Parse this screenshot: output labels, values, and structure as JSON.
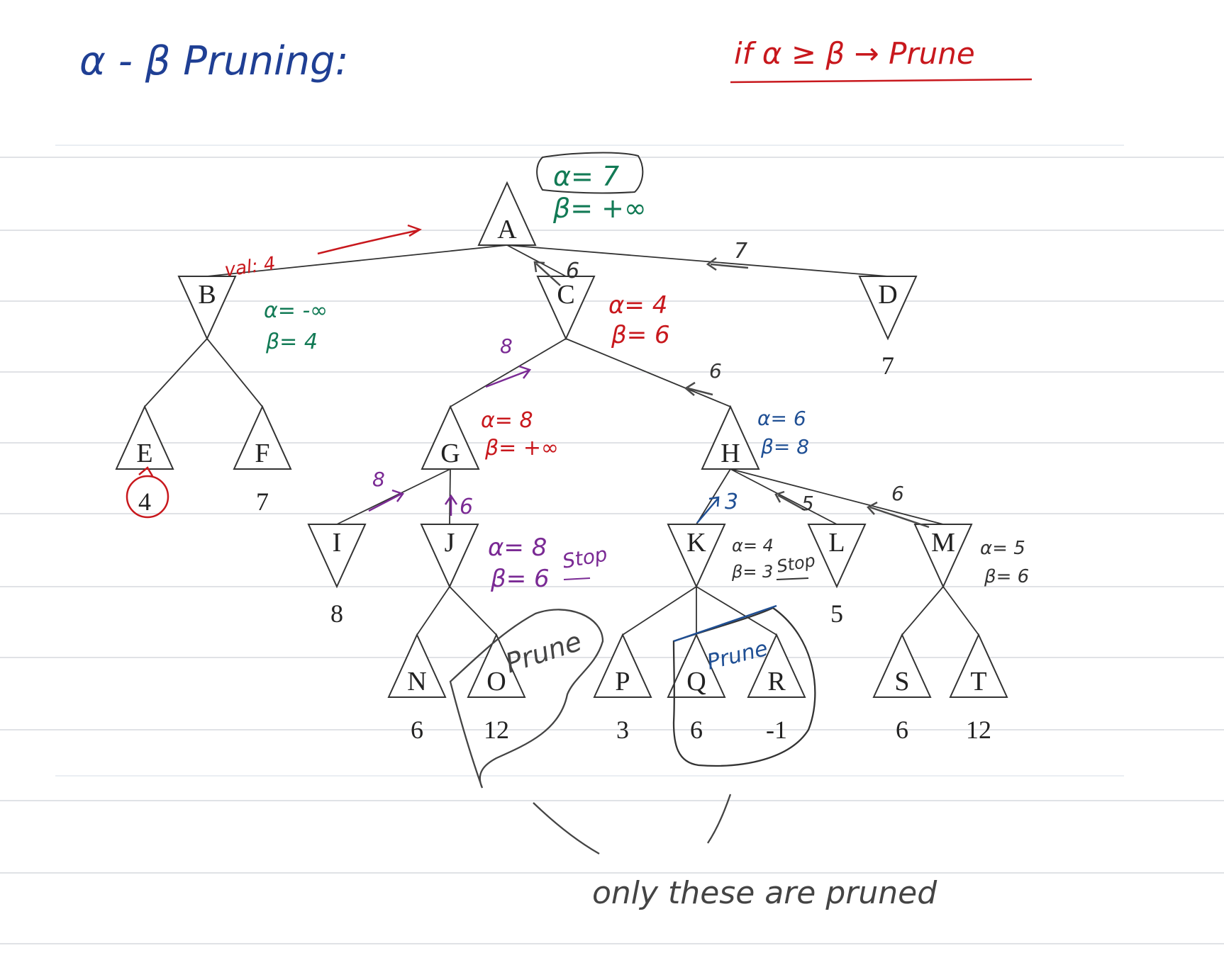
{
  "title": {
    "text": "α - β Pruning:",
    "color": "#1f3f94"
  },
  "rule": {
    "text": "if α ≥ β → Prune",
    "color": "#c8181d"
  },
  "nodes": [
    {
      "id": "A",
      "type": "max"
    },
    {
      "id": "B",
      "type": "min"
    },
    {
      "id": "C",
      "type": "min"
    },
    {
      "id": "D",
      "type": "min",
      "value": "7"
    },
    {
      "id": "E",
      "type": "max",
      "value": "4"
    },
    {
      "id": "F",
      "type": "max",
      "value": "7"
    },
    {
      "id": "G",
      "type": "max"
    },
    {
      "id": "H",
      "type": "max"
    },
    {
      "id": "I",
      "type": "min",
      "value": "8"
    },
    {
      "id": "J",
      "type": "min"
    },
    {
      "id": "K",
      "type": "min"
    },
    {
      "id": "L",
      "type": "min",
      "value": "5"
    },
    {
      "id": "M",
      "type": "min"
    },
    {
      "id": "N",
      "type": "max",
      "value": "6"
    },
    {
      "id": "O",
      "type": "max",
      "value": "12"
    },
    {
      "id": "P",
      "type": "max",
      "value": "3"
    },
    {
      "id": "Q",
      "type": "max",
      "value": "6"
    },
    {
      "id": "R",
      "type": "max",
      "value": "-1"
    },
    {
      "id": "S",
      "type": "max",
      "value": "6"
    },
    {
      "id": "T",
      "type": "max",
      "value": "12"
    }
  ],
  "edges": [
    [
      "A",
      "B"
    ],
    [
      "A",
      "C"
    ],
    [
      "A",
      "D"
    ],
    [
      "B",
      "E"
    ],
    [
      "B",
      "F"
    ],
    [
      "C",
      "G"
    ],
    [
      "C",
      "H"
    ],
    [
      "G",
      "I"
    ],
    [
      "G",
      "J"
    ],
    [
      "H",
      "K"
    ],
    [
      "H",
      "L"
    ],
    [
      "H",
      "M"
    ],
    [
      "J",
      "N"
    ],
    [
      "J",
      "O"
    ],
    [
      "K",
      "P"
    ],
    [
      "K",
      "Q"
    ],
    [
      "K",
      "R"
    ],
    [
      "M",
      "S"
    ],
    [
      "M",
      "T"
    ]
  ],
  "annotations": {
    "A_alpha": "α= 7",
    "A_beta": "β= +∞",
    "val4": "val: 4",
    "edge_AC": "6",
    "edge_AD": "7",
    "B_alpha": "α= -∞",
    "B_beta": "β= 4",
    "C_alpha": "α= 4",
    "C_beta": "β= 6",
    "edge_CG": "8",
    "edge_CH": "6",
    "G_alpha": "α= 8",
    "G_beta": "β= +∞",
    "H_alpha": "α= 6",
    "H_beta": "β= 8",
    "edge_GI": "8",
    "edge_GJ": "6",
    "J_alpha": "α= 8",
    "J_beta": "β= 6",
    "J_stop": "Stop",
    "edge_HK": "3",
    "edge_HL": "5",
    "edge_HM": "6",
    "K_alpha": "α= 4",
    "K_beta": "β= 3",
    "K_stop": "Stop",
    "M_alpha": "α= 5",
    "M_beta": "β= 6",
    "prune_O": "Prune",
    "prune_QR": "Prune",
    "footer": "only these are pruned"
  },
  "colors": {
    "green": "#127a55",
    "red": "#c8181d",
    "purple": "#7a2a94",
    "blue": "#1f4f94",
    "gray": "#4a4a4a"
  }
}
